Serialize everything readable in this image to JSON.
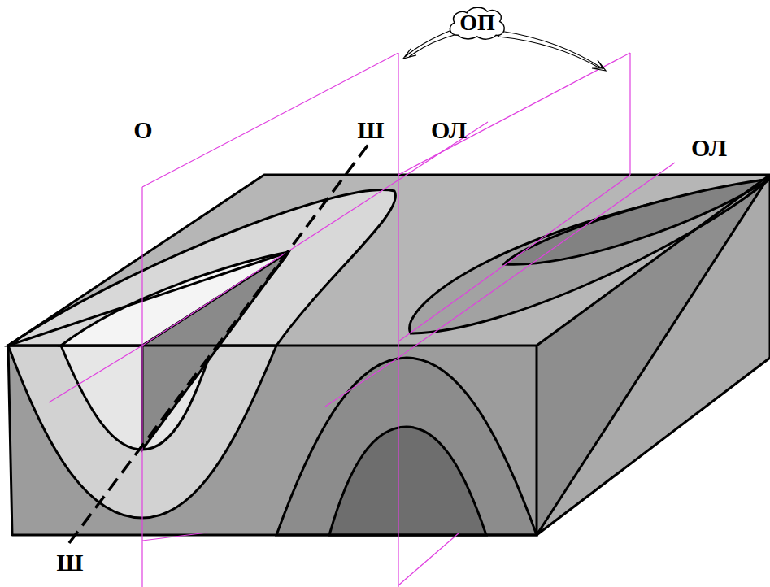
{
  "diagram": {
    "nodes": [
      {
        "text": [
          "ОП"
        ]
      }
    ],
    "labels": [
      "О",
      "Ш",
      "ОЛ",
      "ОЛ",
      "Ш"
    ]
  }
}
